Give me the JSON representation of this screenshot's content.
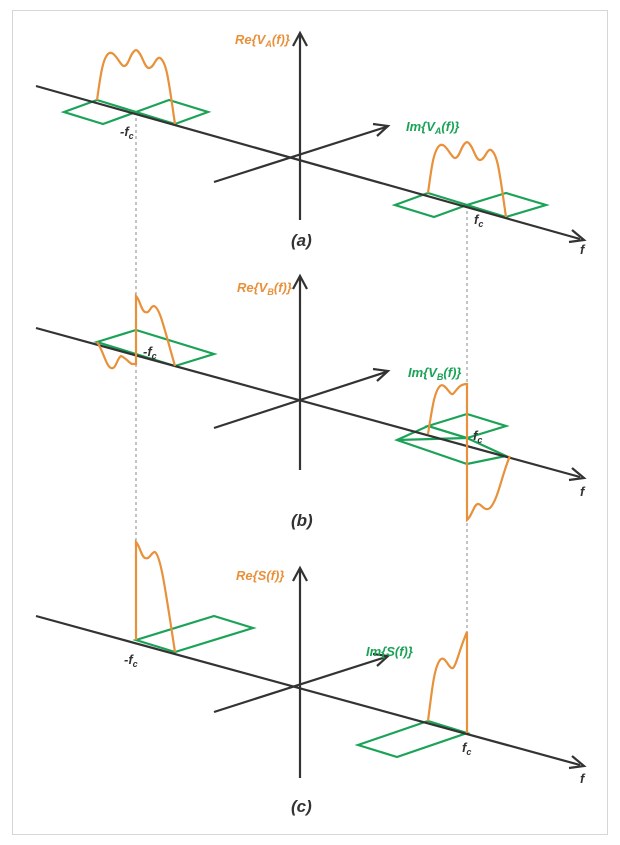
{
  "colors": {
    "axis": "#333333",
    "real": "#e8913a",
    "imag": "#1aa356",
    "guide": "#888888"
  },
  "panels": [
    {
      "caption": "(a)",
      "re_label": {
        "pre": "Re{V",
        "sub": "A",
        "post": "(f)}"
      },
      "im_label": {
        "pre": "Im{V",
        "sub": "A",
        "post": "(f)}"
      },
      "neg_freq": {
        "pre": "-f",
        "sub": "c"
      },
      "pos_freq": {
        "pre": "f",
        "sub": "c"
      },
      "freq_axis": "f"
    },
    {
      "caption": "(b)",
      "re_label": {
        "pre": "Re{V",
        "sub": "B",
        "post": "(f)}"
      },
      "im_label": {
        "pre": "Im{V",
        "sub": "B",
        "post": "(f)}"
      },
      "neg_freq": {
        "pre": "-f",
        "sub": "c"
      },
      "pos_freq": {
        "pre": "f",
        "sub": "c"
      },
      "freq_axis": "f"
    },
    {
      "caption": "(c)",
      "re_label": {
        "pre": "Re{S(f)}",
        "sub": "",
        "post": ""
      },
      "im_label": {
        "pre": "Im{S(f)}",
        "sub": "",
        "post": ""
      },
      "neg_freq": {
        "pre": "-f",
        "sub": "c"
      },
      "pos_freq": {
        "pre": "f",
        "sub": "c"
      },
      "freq_axis": "f"
    }
  ]
}
